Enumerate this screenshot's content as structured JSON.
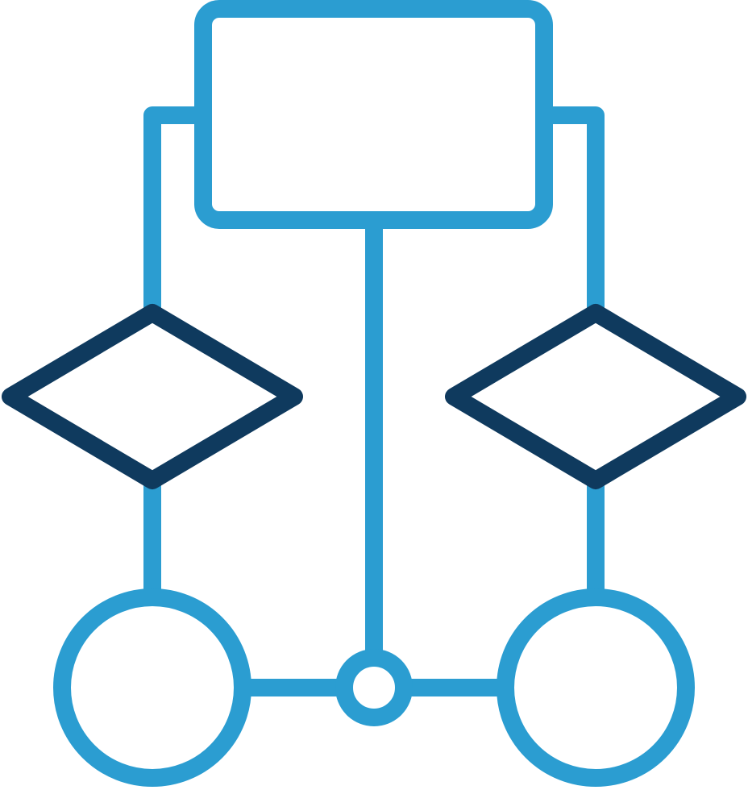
{
  "diagram": {
    "kind": "flowchart-icon",
    "style": "line-icon",
    "colors": {
      "light": "#2b9dd1",
      "dark": "#0f3a5e",
      "background": "#ffffff"
    },
    "shapes": [
      {
        "name": "process-rectangle",
        "shape": "rectangle",
        "color": "light"
      },
      {
        "name": "decision-diamond-left",
        "shape": "diamond",
        "color": "dark"
      },
      {
        "name": "decision-diamond-right",
        "shape": "diamond",
        "color": "dark"
      },
      {
        "name": "terminal-circle-left",
        "shape": "circle",
        "color": "light"
      },
      {
        "name": "terminal-circle-right",
        "shape": "circle",
        "color": "light"
      },
      {
        "name": "junction-node",
        "shape": "circle",
        "color": "light"
      }
    ],
    "connectors": [
      {
        "from": "process-rectangle",
        "to": "decision-diamond-left"
      },
      {
        "from": "process-rectangle",
        "to": "decision-diamond-right"
      },
      {
        "from": "process-rectangle",
        "to": "junction-node"
      },
      {
        "from": "decision-diamond-left",
        "to": "terminal-circle-left"
      },
      {
        "from": "decision-diamond-right",
        "to": "terminal-circle-right"
      },
      {
        "from": "terminal-circle-left",
        "to": "junction-node"
      },
      {
        "from": "junction-node",
        "to": "terminal-circle-right"
      }
    ]
  }
}
